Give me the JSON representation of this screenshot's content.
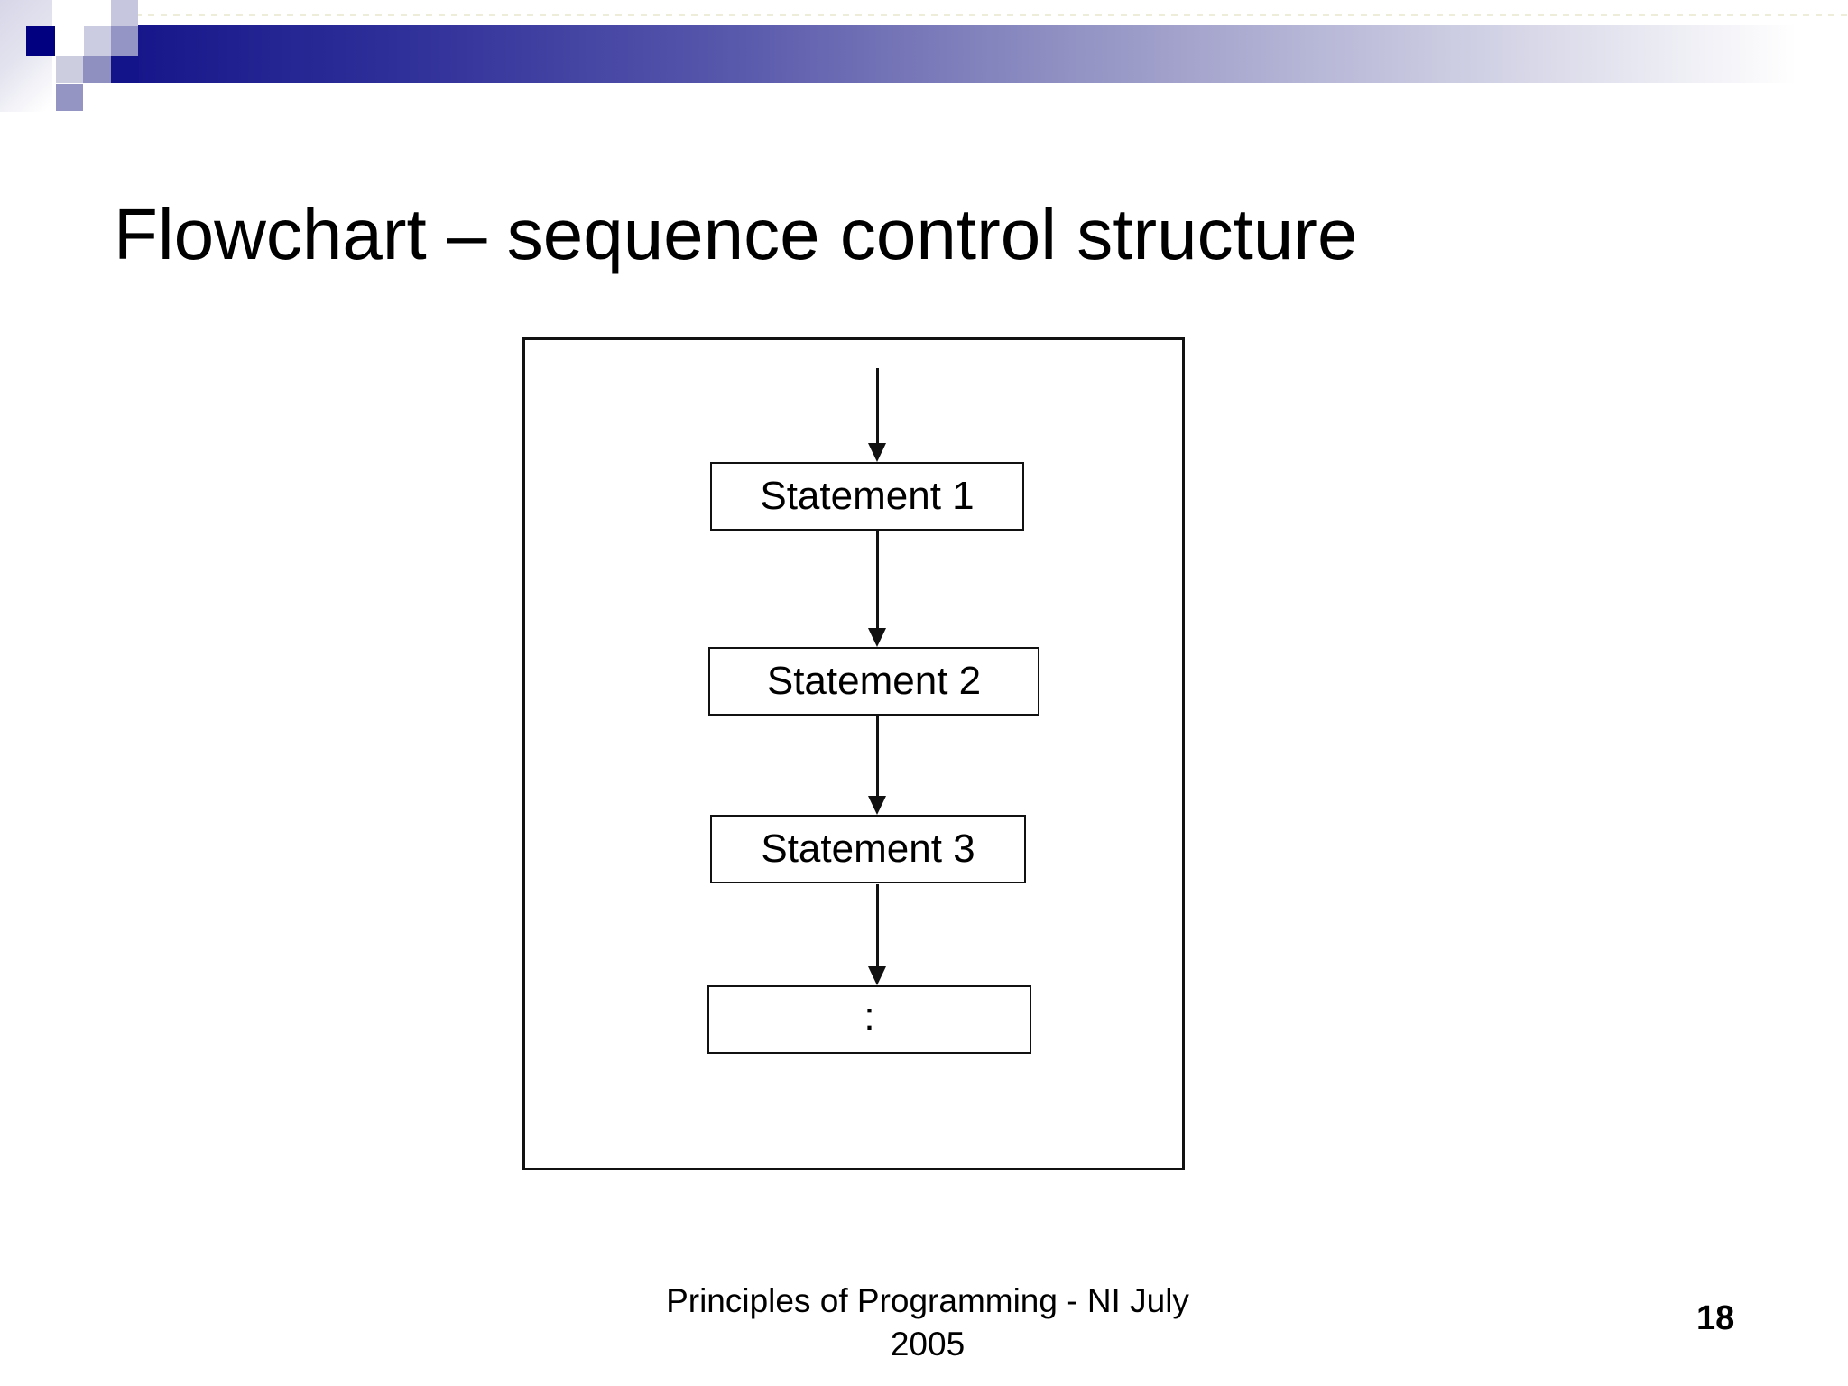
{
  "slide": {
    "title": "Flowchart – sequence control structure",
    "footer": {
      "line1": "Principles of Programming - NI July",
      "line2": "2005"
    },
    "page_number": "18"
  },
  "flowchart": {
    "type": "sequence-control-structure",
    "nodes": [
      {
        "label": "Statement 1"
      },
      {
        "label": "Statement 2"
      },
      {
        "label": "Statement 3"
      },
      {
        "label": ":"
      }
    ],
    "edges": [
      "entry → Statement 1",
      "Statement 1 → Statement 2",
      "Statement 2 → Statement 3",
      "Statement 3 → :"
    ]
  },
  "colors": {
    "banner_dark_navy": "#17178b",
    "square_navy": "#000080",
    "square_periwinkle": "#9595c5",
    "square_light_lavender": "#cbcbe2",
    "text": "#000000"
  }
}
